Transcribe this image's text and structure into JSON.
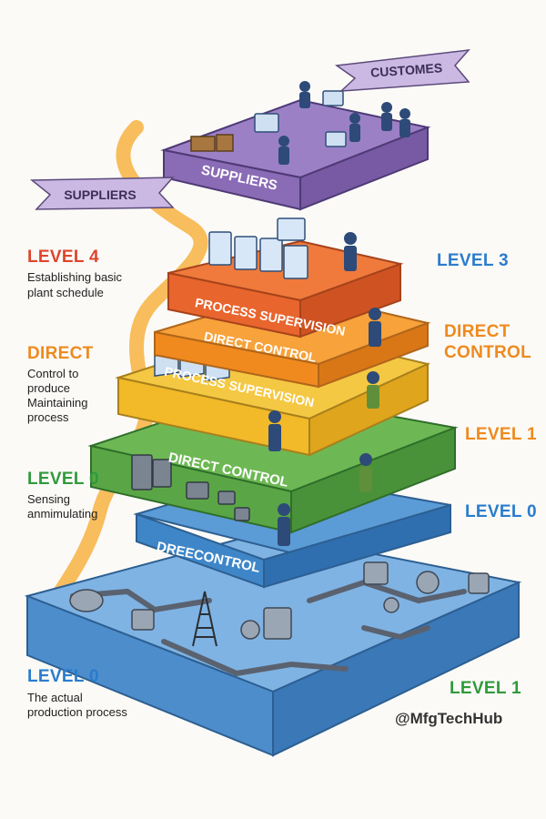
{
  "banners": {
    "customers": "CUSTOMES",
    "suppliers_flag": "SUPPLIERS",
    "suppliers_top": "SUPPLIERS"
  },
  "tiers": {
    "tier2_front": "PROCESS SUPERVISION",
    "tier2_sub": "DIRECT CONTROL",
    "tier3_front": "PROCESS SUPERVISION",
    "tier4_front": "DIRECT CONTROL",
    "tier5_front": "DREECONTROL"
  },
  "left_labels": {
    "level4": {
      "title": "LEVEL 4",
      "desc1": "Establishing  basic",
      "desc2": "plant schedule"
    },
    "direct": {
      "title": "DIRECT",
      "desc1": "Control to",
      "desc2": "produce",
      "desc3": "Maintaining",
      "desc4": "process"
    },
    "level0a": {
      "title": "LEVEL 0",
      "desc1": "Sensing",
      "desc2": "anmimulating"
    },
    "level0b": {
      "title": "LEVEL 0",
      "desc1": "The actual",
      "desc2": "production process"
    }
  },
  "right_labels": {
    "level3": "LEVEL 3",
    "direct_control_1": "DIRECT",
    "direct_control_2": "CONTROL",
    "level1": "LEVEL 1",
    "level0": "LEVEL 0",
    "level1_bottom": "LEVEL 1"
  },
  "handle": "@MfgTechHub",
  "colors": {
    "purple": "#8a6bb5",
    "orange_red": "#e8652e",
    "orange": "#f08a1f",
    "yellow": "#f2b928",
    "green": "#5aa646",
    "blue": "#3f86c8",
    "light_blue": "#6fa9dc"
  }
}
